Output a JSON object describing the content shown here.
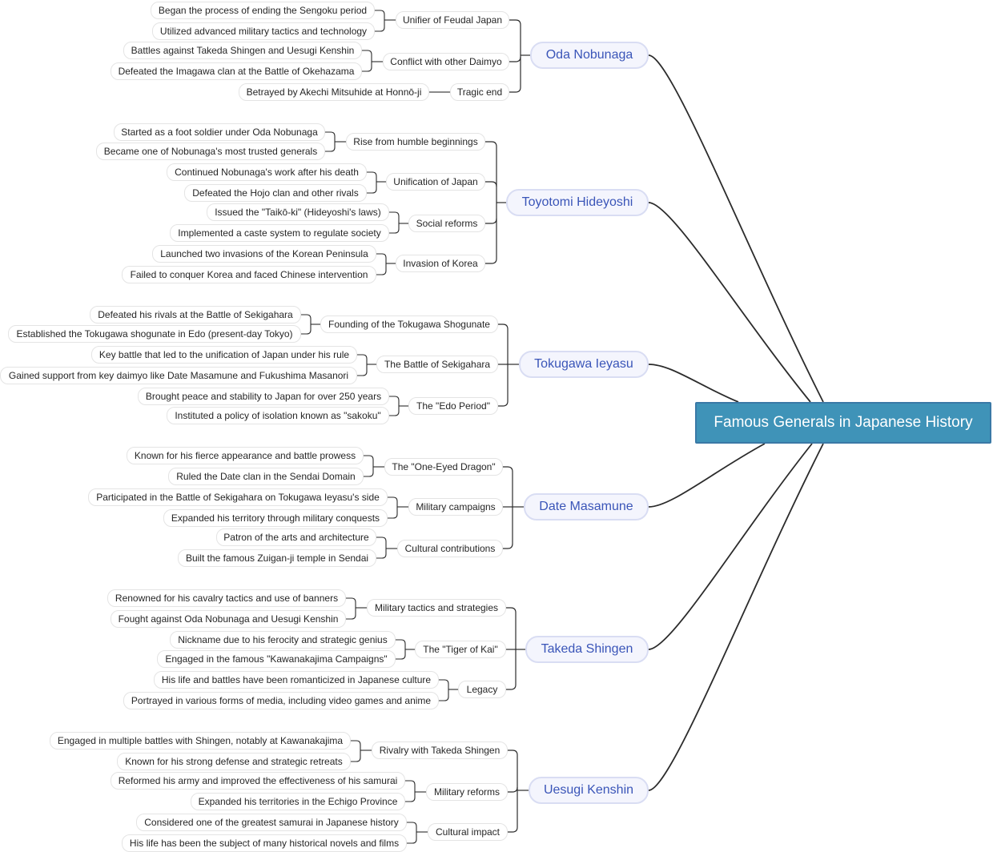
{
  "mindmap": {
    "root": "Famous Generals in Japanese History",
    "branches": [
      {
        "label": "Oda Nobunaga",
        "topics": [
          {
            "label": "Unifier of Feudal Japan",
            "leaves": [
              "Began the process of ending the Sengoku period",
              "Utilized advanced military tactics and technology"
            ]
          },
          {
            "label": "Conflict with other Daimyo",
            "leaves": [
              "Battles against Takeda Shingen and Uesugi Kenshin",
              "Defeated the Imagawa clan at the Battle of Okehazama"
            ]
          },
          {
            "label": "Tragic end",
            "leaves": [
              "Betrayed by Akechi Mitsuhide at Honnō-ji"
            ]
          }
        ]
      },
      {
        "label": "Toyotomi Hideyoshi",
        "topics": [
          {
            "label": "Rise from humble beginnings",
            "leaves": [
              "Started as a foot soldier under Oda Nobunaga",
              "Became one of Nobunaga's most trusted generals"
            ]
          },
          {
            "label": "Unification of Japan",
            "leaves": [
              "Continued Nobunaga's work after his death",
              "Defeated the Hojo clan and other rivals"
            ]
          },
          {
            "label": "Social reforms",
            "leaves": [
              "Issued the \"Taikō-ki\" (Hideyoshi's laws)",
              "Implemented a caste system to regulate society"
            ]
          },
          {
            "label": "Invasion of Korea",
            "leaves": [
              "Launched two invasions of the Korean Peninsula",
              "Failed to conquer Korea and faced Chinese intervention"
            ]
          }
        ]
      },
      {
        "label": "Tokugawa Ieyasu",
        "topics": [
          {
            "label": "Founding of the Tokugawa Shogunate",
            "leaves": [
              "Defeated his rivals at the Battle of Sekigahara",
              "Established the Tokugawa shogunate in Edo (present-day Tokyo)"
            ]
          },
          {
            "label": "The Battle of Sekigahara",
            "leaves": [
              "Key battle that led to the unification of Japan under his rule",
              "Gained support from key daimyo like Date Masamune and Fukushima Masanori"
            ]
          },
          {
            "label": "The \"Edo Period\"",
            "leaves": [
              "Brought peace and stability to Japan for over 250 years",
              "Instituted a policy of isolation known as \"sakoku\""
            ]
          }
        ]
      },
      {
        "label": "Date Masamune",
        "topics": [
          {
            "label": "The \"One-Eyed Dragon\"",
            "leaves": [
              "Known for his fierce appearance and battle prowess",
              "Ruled the Date clan in the Sendai Domain"
            ]
          },
          {
            "label": "Military campaigns",
            "leaves": [
              "Participated in the Battle of Sekigahara on Tokugawa Ieyasu's side",
              "Expanded his territory through military conquests"
            ]
          },
          {
            "label": "Cultural contributions",
            "leaves": [
              "Patron of the arts and architecture",
              "Built the famous Zuigan-ji temple in Sendai"
            ]
          }
        ]
      },
      {
        "label": "Takeda Shingen",
        "topics": [
          {
            "label": "Military tactics and strategies",
            "leaves": [
              "Renowned for his cavalry tactics and use of banners",
              "Fought against Oda Nobunaga and Uesugi Kenshin"
            ]
          },
          {
            "label": "The \"Tiger of Kai\"",
            "leaves": [
              "Nickname due to his ferocity and strategic genius",
              "Engaged in the famous \"Kawanakajima Campaigns\""
            ]
          },
          {
            "label": "Legacy",
            "leaves": [
              "His life and battles have been romanticized in Japanese culture",
              "Portrayed in various forms of media, including video games and anime"
            ]
          }
        ]
      },
      {
        "label": "Uesugi Kenshin",
        "topics": [
          {
            "label": "Rivalry with Takeda Shingen",
            "leaves": [
              "Engaged in multiple battles with Shingen, notably at Kawanakajima",
              "Known for his strong defense and strategic retreats"
            ]
          },
          {
            "label": "Military reforms",
            "leaves": [
              "Reformed his army and improved the effectiveness of his samurai",
              "Expanded his territories in the Echigo Province"
            ]
          },
          {
            "label": "Cultural impact",
            "leaves": [
              "Considered one of the greatest samurai in Japanese history",
              "His life has been the subject of many historical novels and films"
            ]
          }
        ]
      }
    ]
  }
}
